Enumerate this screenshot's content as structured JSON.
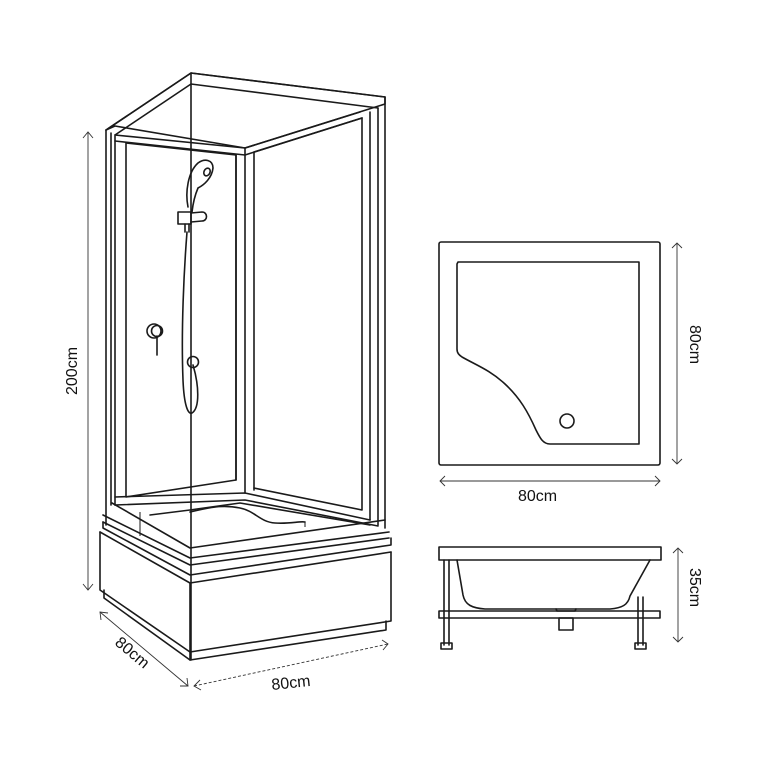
{
  "diagram": {
    "subject": "Shower enclosure dimension drawing",
    "colors": {
      "stroke": "#1a1a1a",
      "background": "#ffffff"
    },
    "enclosure_view": {
      "name": "isometric-shower-cabin",
      "height_label": "200cm",
      "depth_label": "80cm",
      "width_label": "80cm"
    },
    "tray_top_view": {
      "name": "shower-tray-plan",
      "width_label": "80cm",
      "depth_label": "80cm"
    },
    "tray_side_view": {
      "name": "shower-tray-elevation",
      "height_label": "35cm"
    }
  }
}
